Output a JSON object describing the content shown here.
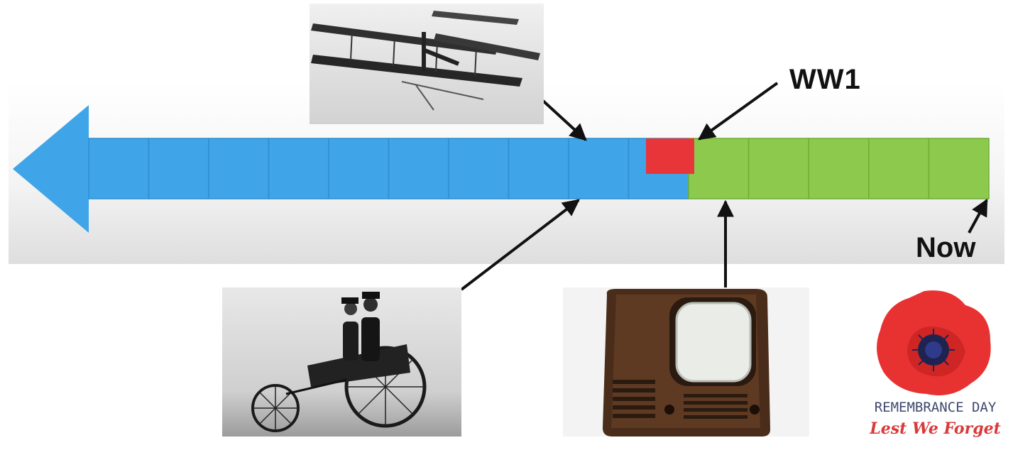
{
  "labels": {
    "ww1": "WW1",
    "now": "Now"
  },
  "logo": {
    "title": "REMEMBRANCE DAY",
    "subtitle": "Lest We Forget"
  },
  "timeline": {
    "past_segments": 10,
    "recent_segments": 5,
    "colors": {
      "past": "#3fa5e8",
      "recent": "#8cc94d",
      "ww1": "#e8353a"
    }
  },
  "images": [
    {
      "name": "biplane-photo",
      "depicts": "early biplane in flight"
    },
    {
      "name": "motor-car-photo",
      "depicts": "early motor car with two passengers"
    },
    {
      "name": "television-photo",
      "depicts": "vintage television set"
    }
  ]
}
